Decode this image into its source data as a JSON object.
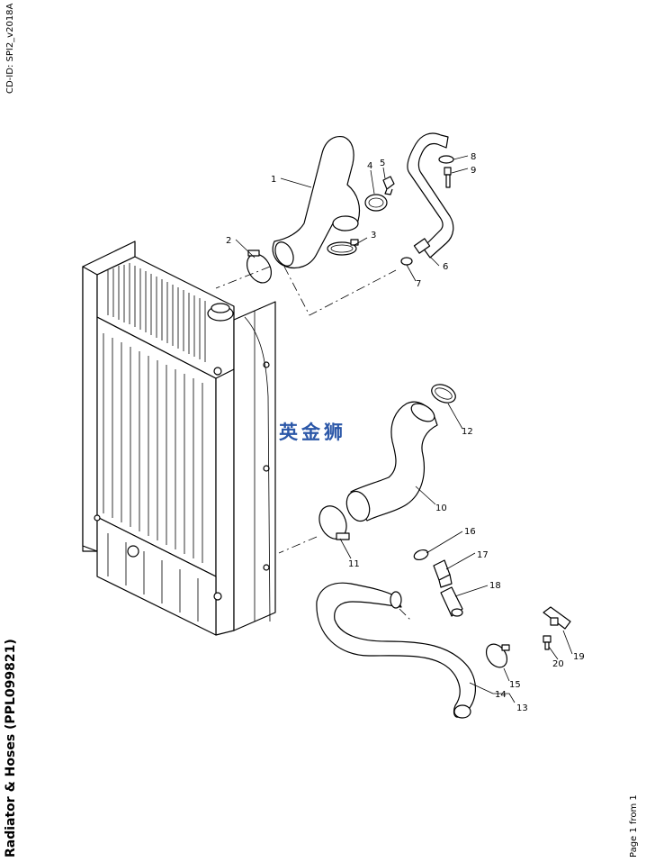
{
  "header": {
    "cd_id": "CD-ID: SPI2_v2018A"
  },
  "title": "Radiator & Hoses (PPL099821)",
  "watermark": "英金狮",
  "footer": {
    "page_info": "Page 1 from 1"
  },
  "callouts": [
    "1",
    "2",
    "3",
    "4",
    "5",
    "6",
    "7",
    "8",
    "9",
    "10",
    "11",
    "12",
    "13",
    "14",
    "15",
    "16",
    "17",
    "18",
    "19",
    "20"
  ]
}
